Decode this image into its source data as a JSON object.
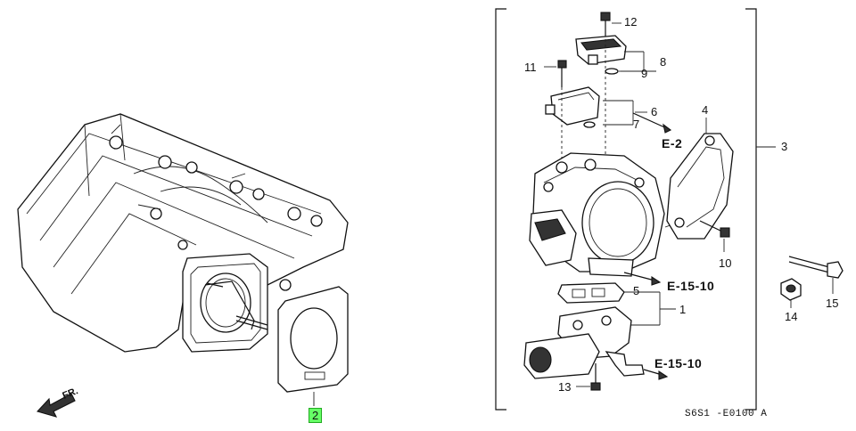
{
  "callouts": {
    "c1": "1",
    "c2": "2",
    "c3": "3",
    "c4": "4",
    "c5": "5",
    "c6": "6",
    "c7": "7",
    "c8": "8",
    "c9": "9",
    "c10": "10",
    "c11": "11",
    "c12": "12",
    "c13": "13",
    "c14": "14",
    "c15": "15"
  },
  "references": {
    "e2": "E-2",
    "e1510a": "E-15-10",
    "e1510b": "E-15-10"
  },
  "direction_label": "FR.",
  "diagram_code": "S6S1 -E0100 A",
  "colors": {
    "highlight": "#66ff66",
    "line": "#111111"
  }
}
